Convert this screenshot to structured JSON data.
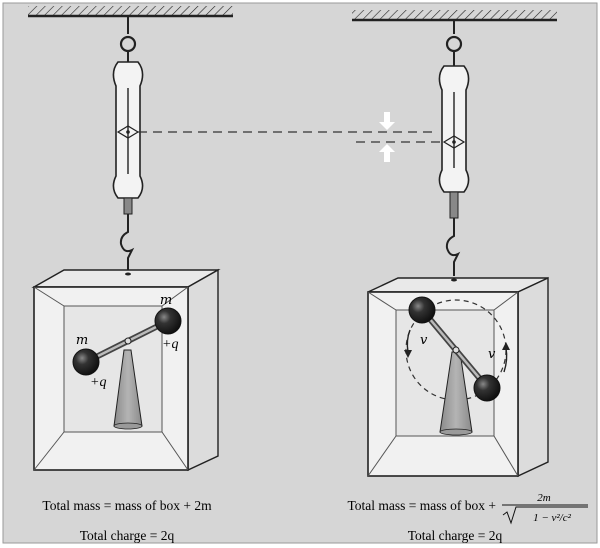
{
  "colors": {
    "panel": "#d6d6d6",
    "panel_border": "#9a9a9a",
    "box_front": "#f1f1f1",
    "box_inner": "#e6e6e6",
    "line": "#222222",
    "sphere": "#1c1c1c"
  },
  "left": {
    "mass_label_top": "m",
    "charge_label_top": "+q",
    "mass_label_bottom": "m",
    "charge_label_bottom": "+q",
    "caption_mass": "Total mass = mass of box + 2m",
    "caption_charge": "Total charge = 2q"
  },
  "right": {
    "velocity_label_left": "v",
    "velocity_label_right": "v",
    "caption_mass_prefix": "Total mass = mass of box +",
    "caption_mass_numerator": "2m",
    "caption_mass_denominator": "1 − v²/c²",
    "caption_charge": "Total charge = 2q"
  },
  "icons": [
    "ceiling-hatch",
    "hook",
    "spring-scale",
    "arrow-down",
    "arrow-up",
    "dashed-orbit"
  ]
}
